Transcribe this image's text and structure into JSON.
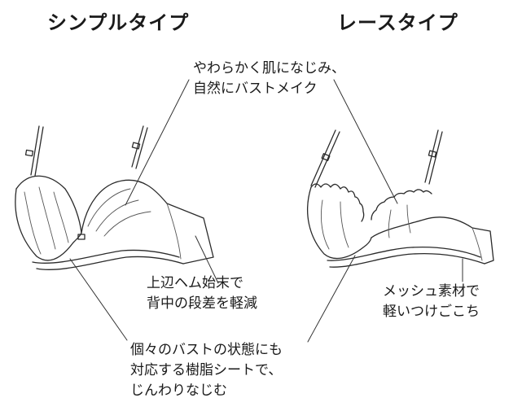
{
  "titles": {
    "simple": "シンプルタイプ",
    "lace": "レースタイプ"
  },
  "callouts": {
    "top": [
      "やわらかく肌になじみ、",
      "自然にバストメイク"
    ],
    "middle": [
      "上辺ヘム始末で",
      "背中の段差を軽減"
    ],
    "right": [
      "メッシュ素材で",
      "軽いつけごこち"
    ],
    "bottom": [
      "個々のバストの状態にも",
      "対応する樹脂シートで、",
      "じんわりなじむ"
    ]
  },
  "colors": {
    "line": "#2a2a2a",
    "text": "#1a1a1a",
    "background": "#ffffff"
  }
}
